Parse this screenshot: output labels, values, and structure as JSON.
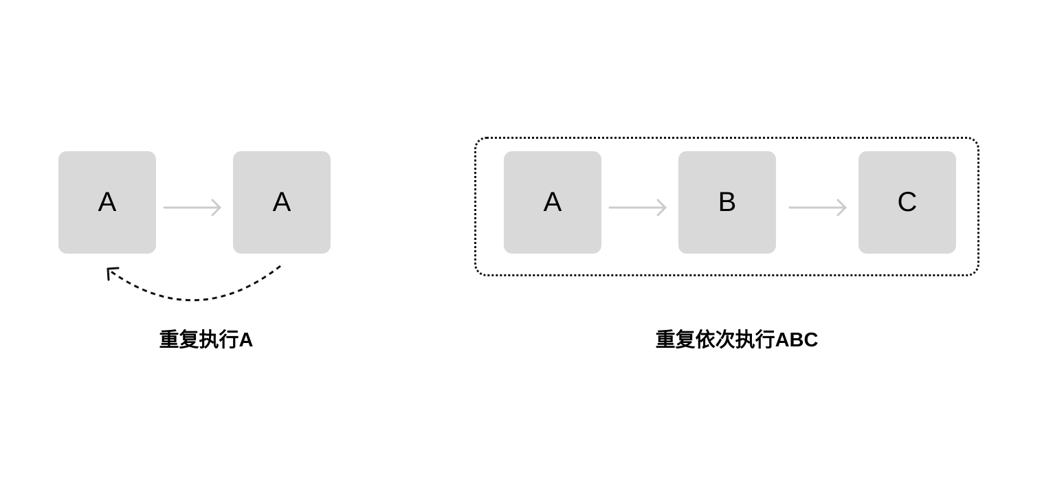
{
  "left_diagram": {
    "nodes": [
      "A",
      "A"
    ],
    "caption": "重复执行A"
  },
  "right_diagram": {
    "nodes": [
      "A",
      "B",
      "C"
    ],
    "caption": "重复依次执行ABC"
  },
  "colors": {
    "node_fill": "#d9d9d9",
    "flow_arrow": "#cccccc",
    "loop_arrow": "#111111",
    "group_border": "#111111"
  }
}
